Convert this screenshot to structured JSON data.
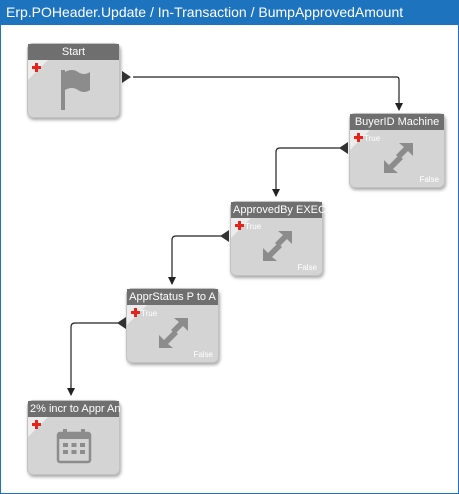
{
  "window": {
    "title": "Erp.POHeader.Update / In-Transaction / BumpApprovedAmount"
  },
  "nodes": [
    {
      "id": "start",
      "label": "Start",
      "icon": "flag-icon"
    },
    {
      "id": "buyer",
      "label": "BuyerID Machine",
      "true_label": "True",
      "false_label": "False",
      "icon": "condition-arrows-icon"
    },
    {
      "id": "approved",
      "label": "ApprovedBy EXEC",
      "true_label": "True",
      "false_label": "False",
      "icon": "condition-arrows-icon"
    },
    {
      "id": "apprstatus",
      "label": "ApprStatus P to A",
      "true_label": "True",
      "false_label": "False",
      "icon": "condition-arrows-icon"
    },
    {
      "id": "incr",
      "label": "2% incr to Appr An",
      "icon": "calendar-icon"
    }
  ],
  "colors": {
    "title_bar": "#1e73be",
    "node_header": "#6f6f6f",
    "node_body": "#d4d4d4",
    "add_marker": "#e8231c",
    "icon": "#8c8c8c"
  }
}
